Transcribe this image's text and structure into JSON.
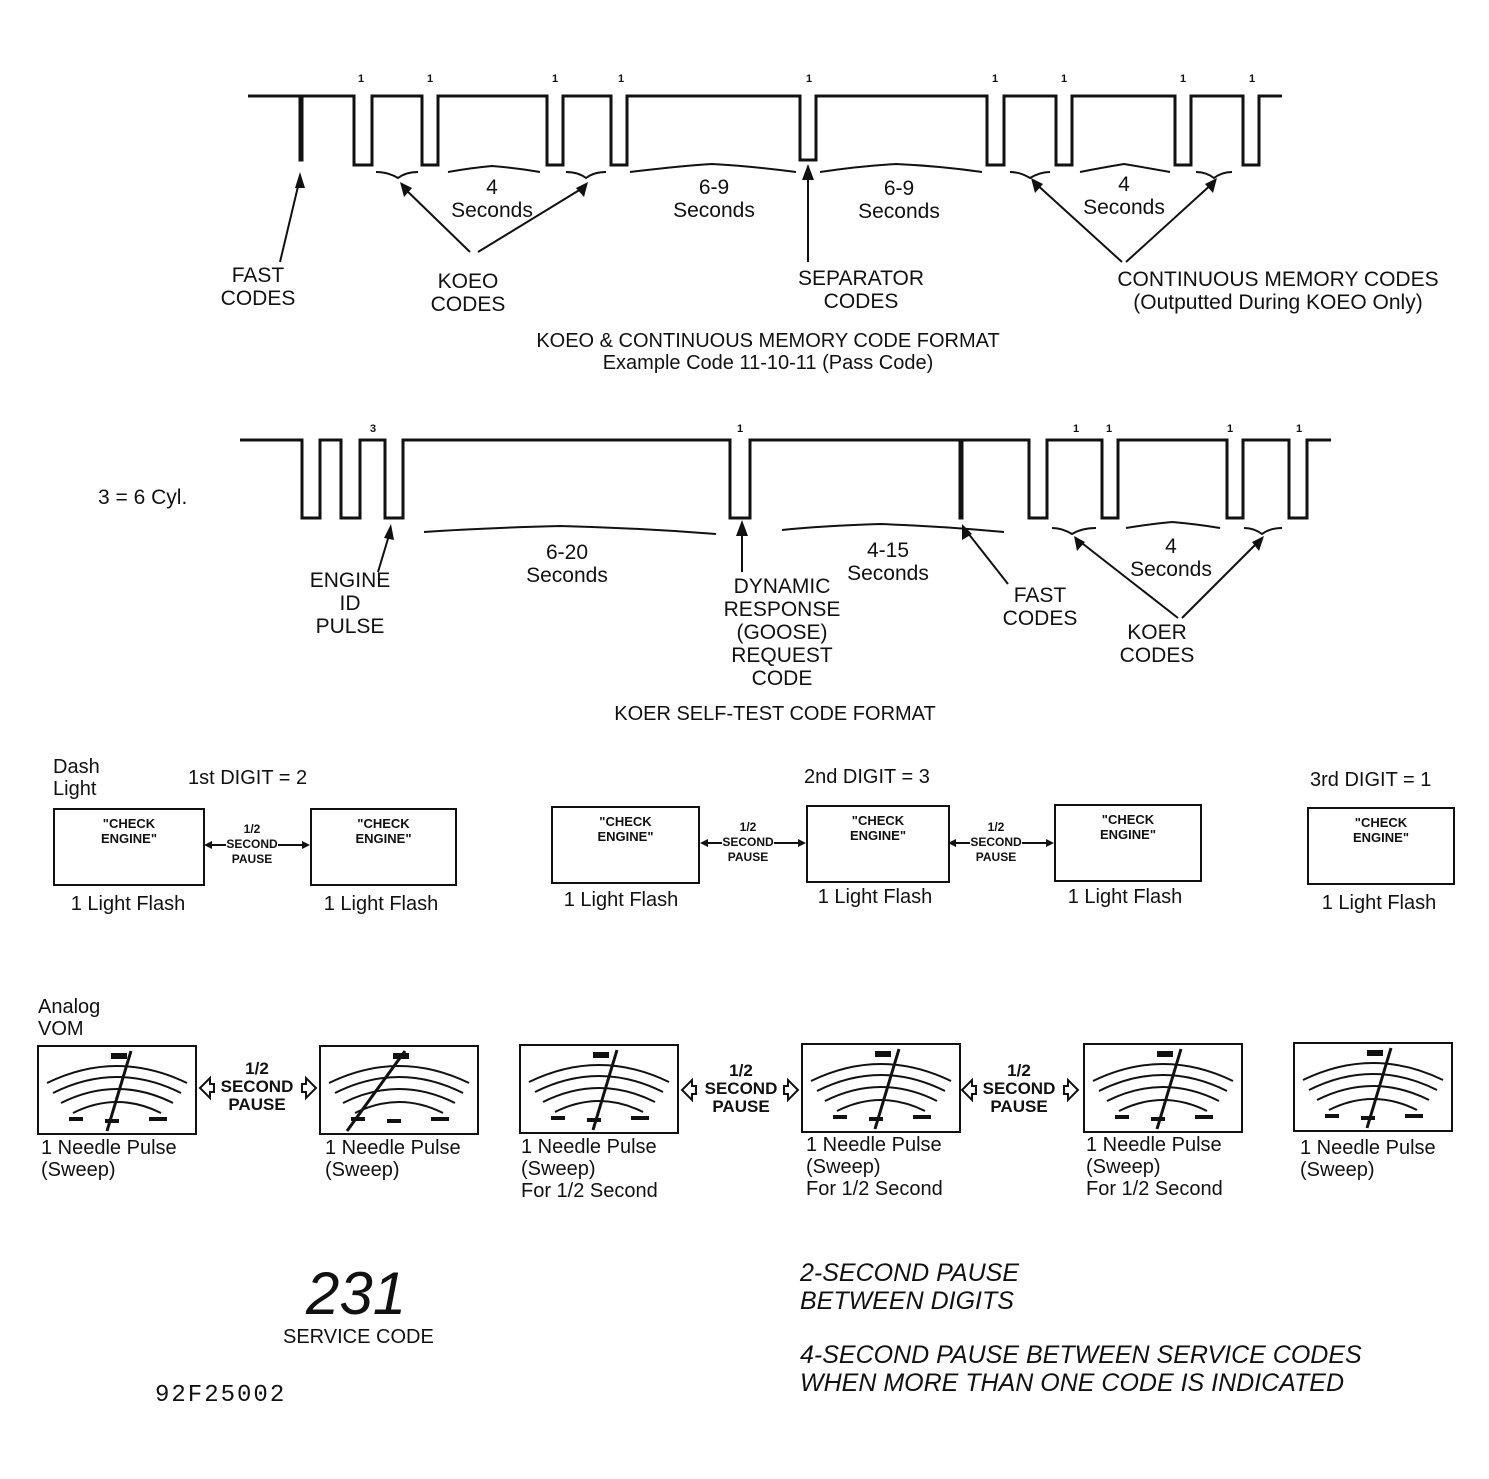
{
  "waveform1": {
    "pulse_marks": [
      "1",
      "1",
      "1",
      "1",
      "1",
      "1",
      "1",
      "1",
      "1"
    ],
    "labels": {
      "fast_codes": [
        "FAST",
        "CODES"
      ],
      "koeo_codes": [
        "KOEO",
        "CODES"
      ],
      "koeo_interval": [
        "4",
        "Seconds"
      ],
      "pause_a": [
        "6-9",
        "Seconds"
      ],
      "pause_b": [
        "6-9",
        "Seconds"
      ],
      "separator_codes": [
        "SEPARATOR",
        "CODES"
      ],
      "cm_interval": [
        "4",
        "Seconds"
      ],
      "continuous_memory": [
        "CONTINUOUS MEMORY CODES",
        "(Outputted During KOEO Only)"
      ]
    },
    "title": "KOEO & CONTINUOUS MEMORY CODE FORMAT",
    "subtitle": "Example Code 11-10-11 (Pass Code)"
  },
  "waveform2": {
    "cyl_note": "3 = 6 Cyl.",
    "pulse_marks": [
      "3",
      "1",
      "1",
      "1",
      "1",
      "1"
    ],
    "labels": {
      "engine_id": [
        "ENGINE",
        "ID",
        "PULSE"
      ],
      "interval_a": [
        "6-20",
        "Seconds"
      ],
      "dynamic": [
        "DYNAMIC",
        "RESPONSE",
        "(GOOSE)",
        "REQUEST",
        "CODE"
      ],
      "interval_b": [
        "4-15",
        "Seconds"
      ],
      "fast_codes": [
        "FAST",
        "CODES"
      ],
      "koer_interval": [
        "4",
        "Seconds"
      ],
      "koer_codes": [
        "KOER",
        "CODES"
      ]
    },
    "title": "KOER SELF-TEST CODE FORMAT"
  },
  "dash": {
    "heading": [
      "Dash",
      "Light"
    ],
    "digit1": "1st DIGIT = 2",
    "digit2": "2nd DIGIT = 3",
    "digit3": "3rd DIGIT = 1",
    "lamp_text": [
      "\"CHECK",
      "ENGINE\""
    ],
    "flash_label": "1 Light Flash",
    "pause": [
      "1/2",
      "SECOND",
      "PAUSE"
    ]
  },
  "vom": {
    "heading": [
      "Analog",
      "VOM"
    ],
    "pulse_label": [
      "1 Needle Pulse",
      "(Sweep)"
    ],
    "pulse_label_half": [
      "1 Needle Pulse",
      "(Sweep)",
      "For 1/2 Second"
    ],
    "pause": [
      "1/2",
      "SECOND",
      "PAUSE"
    ]
  },
  "footer": {
    "code": "231",
    "code_caption": "SERVICE CODE",
    "figure_id": "92F25002",
    "note1": [
      "2-SECOND PAUSE",
      "BETWEEN DIGITS"
    ],
    "note2": [
      "4-SECOND PAUSE BETWEEN SERVICE CODES",
      "WHEN MORE THAN ONE CODE IS INDICATED"
    ]
  }
}
